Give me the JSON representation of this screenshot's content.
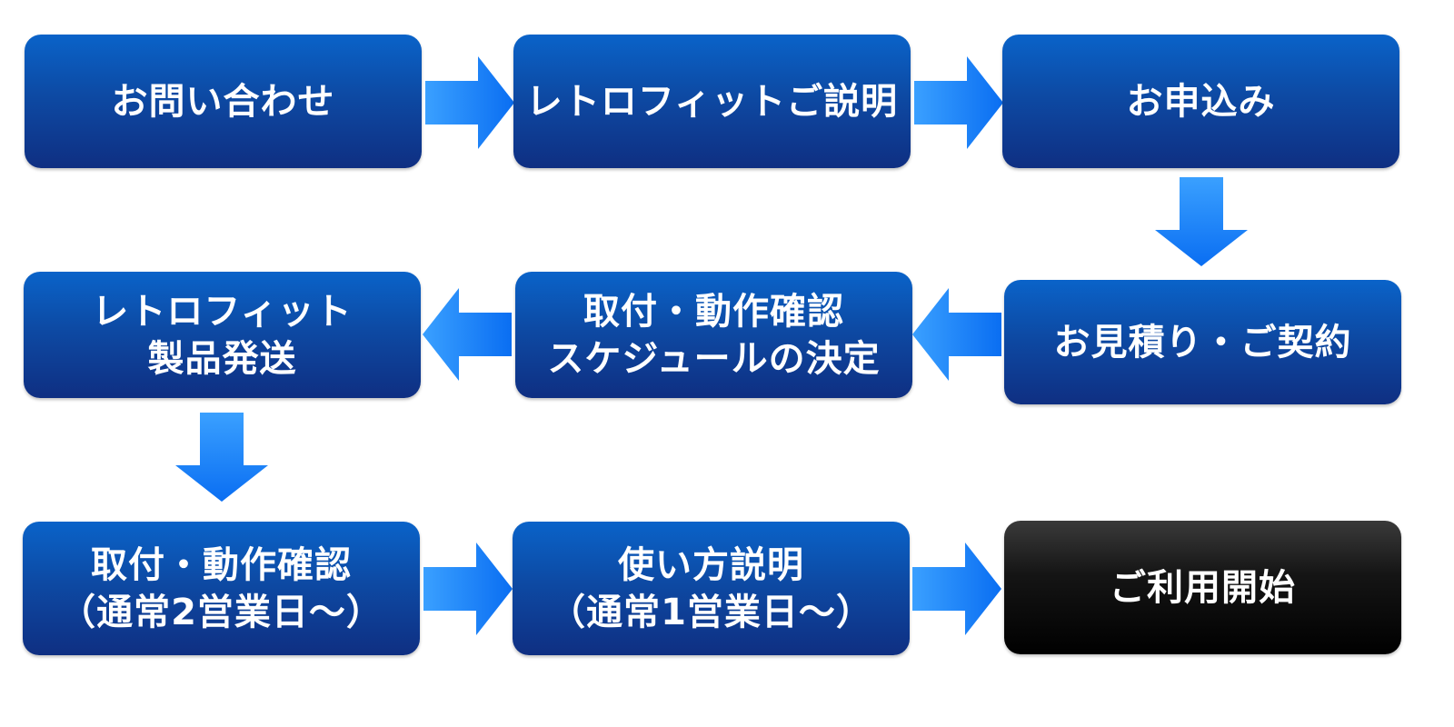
{
  "colors": {
    "box_top": "#0a63c9",
    "box_bottom": "#0f2f82",
    "final_box": "#000000",
    "arrow_light": "#3aa0ff",
    "arrow_dark": "#0a6ef2",
    "text": "#ffffff"
  },
  "steps": [
    {
      "id": 1,
      "lines": [
        "お問い合わせ"
      ]
    },
    {
      "id": 2,
      "lines": [
        "レトロフィットご説明"
      ]
    },
    {
      "id": 3,
      "lines": [
        "お申込み"
      ]
    },
    {
      "id": 4,
      "lines": [
        "お見積り・ご契約"
      ]
    },
    {
      "id": 5,
      "lines": [
        "取付・動作確認",
        "スケジュールの決定"
      ]
    },
    {
      "id": 6,
      "lines": [
        "レトロフィット",
        "製品発送"
      ]
    },
    {
      "id": 7,
      "lines": [
        "取付・動作確認",
        "（通常2営業日～）"
      ]
    },
    {
      "id": 8,
      "lines": [
        "使い方説明",
        "（通常1営業日～）"
      ]
    },
    {
      "id": 9,
      "lines": [
        "ご利用開始"
      ]
    }
  ]
}
